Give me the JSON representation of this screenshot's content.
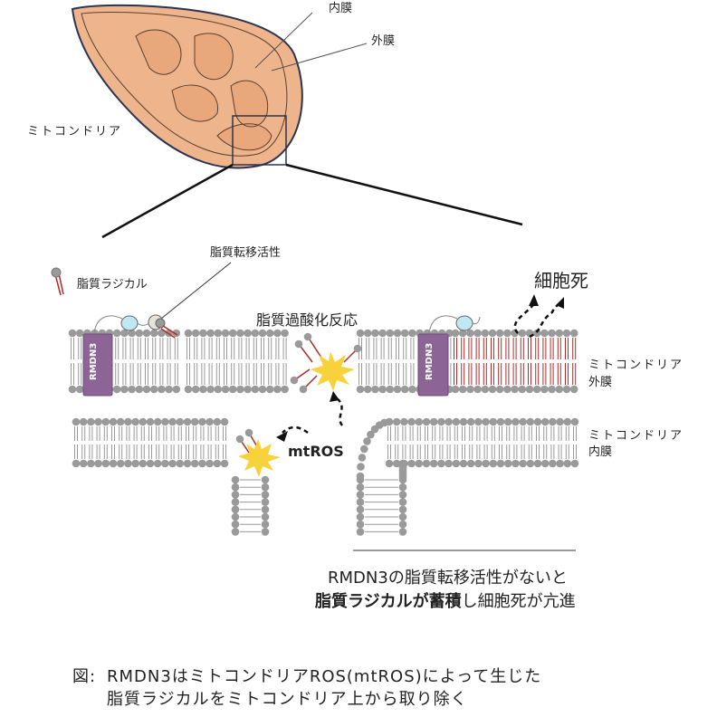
{
  "labels": {
    "inner_membrane": "内膜",
    "outer_membrane": "外膜",
    "mitochondria": "ミトコンドリア",
    "lipid_transfer": "脂質転移活性",
    "lipid_radical": "脂質ラジカル",
    "lipid_peroxidation": "脂質過酸化反応",
    "cell_death": "細胞死",
    "mtros": "mtROS",
    "rmdn3": "RMDN3",
    "mito_outer_1": "ミトコンドリア",
    "mito_outer_2": "外膜",
    "mito_inner_1": "ミトコンドリア",
    "mito_inner_2": "内膜"
  },
  "conclusion": {
    "line1": "RMDN3の脂質転移活性がないと",
    "line2_bold": "脂質ラジカルが蓄積",
    "line2_rest": "し細胞死が亢進"
  },
  "caption": {
    "prefix": "図:",
    "line1": "RMDN3はミトコンドリアROS(mtROS)によって生じた",
    "line2": "脂質ラジカルをミトコンドリア上から取り除く"
  },
  "colors": {
    "mito_fill": "#eeb48c",
    "outline": "#2b3450",
    "head": "#9a9a9a",
    "radical_tail": "#b22a2a",
    "protein": "#8c6596",
    "burst": "#f7d23a",
    "bead": "#bfe8f2"
  }
}
